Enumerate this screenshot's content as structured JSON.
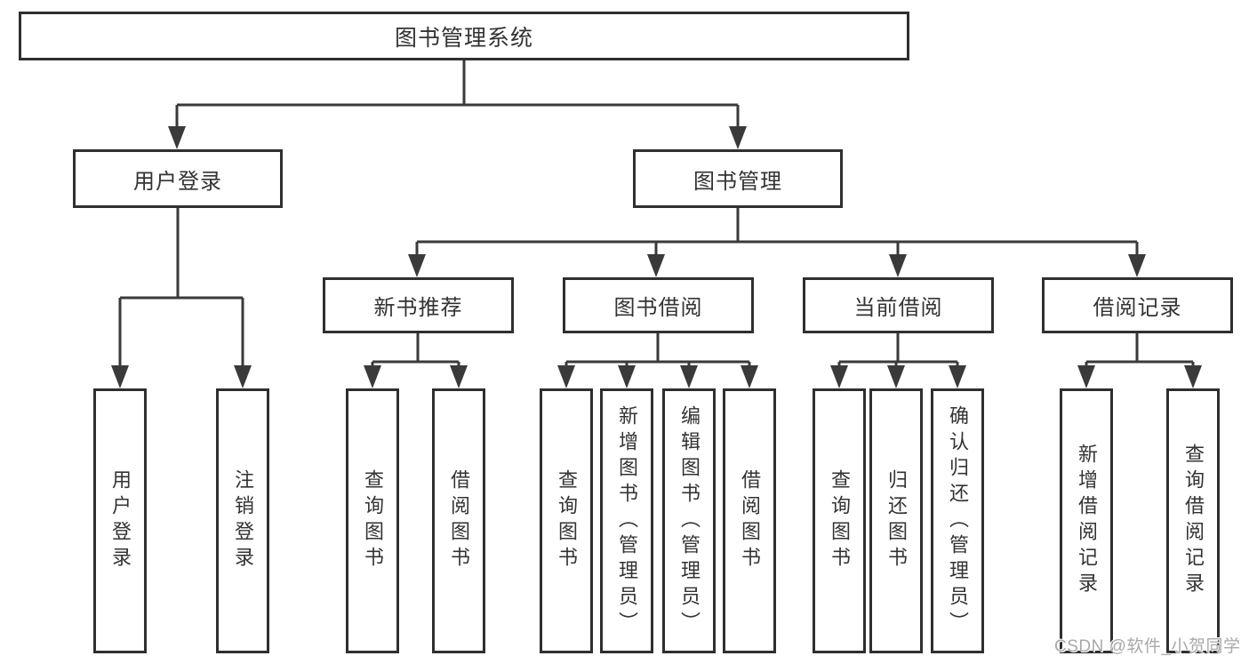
{
  "diagram": {
    "title": "图书管理系统",
    "nodes": {
      "root": {
        "label": "图书管理系统"
      },
      "login": {
        "label": "用户登录"
      },
      "mgmt": {
        "label": "图书管理"
      },
      "newbook": {
        "label": "新书推荐"
      },
      "borrow": {
        "label": "图书借阅"
      },
      "current": {
        "label": "当前借阅"
      },
      "records": {
        "label": "借阅记录"
      },
      "user_login": {
        "label": "用户登录"
      },
      "logout": {
        "label": "注销登录"
      },
      "nb_query": {
        "label": "查询图书"
      },
      "nb_borrow": {
        "label": "借阅图书"
      },
      "bb_query": {
        "label": "查询图书"
      },
      "bb_add": {
        "label": "新增图书（管理员）"
      },
      "bb_edit": {
        "label": "编辑图书（管理员）"
      },
      "bb_borrow": {
        "label": "借阅图书"
      },
      "cb_query": {
        "label": "查询图书"
      },
      "cb_return": {
        "label": "归还图书"
      },
      "cb_confirm": {
        "label": "确认归还（管理员）"
      },
      "rec_add": {
        "label": "新增借阅记录"
      },
      "rec_query": {
        "label": "查询借阅记录"
      }
    },
    "hierarchy": {
      "图书管理系统": {
        "用户登录": [
          "用户登录",
          "注销登录"
        ],
        "图书管理": {
          "新书推荐": [
            "查询图书",
            "借阅图书"
          ],
          "图书借阅": [
            "查询图书",
            "新增图书（管理员）",
            "编辑图书（管理员）",
            "借阅图书"
          ],
          "当前借阅": [
            "查询图书",
            "归还图书",
            "确认归还（管理员）"
          ],
          "借阅记录": [
            "新增借阅记录",
            "查询借阅记录"
          ]
        }
      }
    }
  },
  "watermark": {
    "text": "CSDN @软件_小贺同学"
  },
  "colors": {
    "line": "#3a3a3a",
    "box_border": "#2f2f2f",
    "text": "#333333",
    "watermark": "#a9a9a9",
    "background": "#ffffff"
  }
}
